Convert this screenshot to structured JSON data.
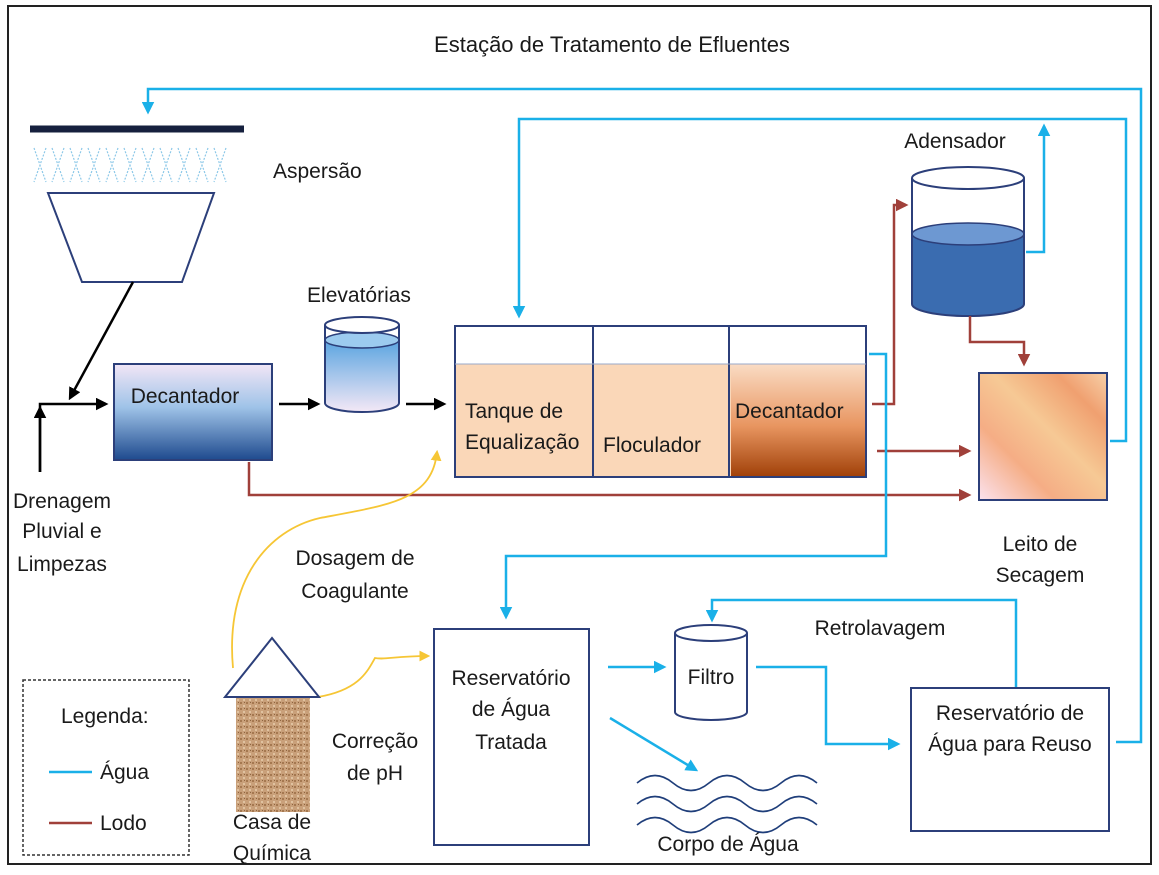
{
  "title": "Estação de Tratamento de Efluentes",
  "labels": {
    "aspersao": "Aspersão",
    "elevatorias": "Elevatórias",
    "adensador": "Adensador",
    "decantador_1": "Decantador",
    "tanque_line1": "Tanque de",
    "tanque_line2": "Equalização",
    "floculador": "Floculador",
    "decantador_2": "Decantador",
    "drenagem_line1": "Drenagem",
    "drenagem_line2": "Pluvial e",
    "drenagem_line3": "Limpezas",
    "leito_line1": "Leito de",
    "leito_line2": "Secagem",
    "dosagem_line1": "Dosagem de",
    "dosagem_line2": "Coagulante",
    "retrolavagem": "Retrolavagem",
    "reservatorio_tratada_line1": "Reservatório",
    "reservatorio_tratada_line2": "de Água",
    "reservatorio_tratada_line3": "Tratada",
    "filtro": "Filtro",
    "reservatorio_reuso_line1": "Reservatório de",
    "reservatorio_reuso_line2": "Água para Reuso",
    "correcao_line1": "Correção",
    "correcao_line2": "de pH",
    "casa_line1": "Casa de",
    "casa_line2": "Química",
    "corpo_agua": "Corpo de Água"
  },
  "legend": {
    "title": "Legenda:",
    "items": [
      {
        "label": "Água",
        "color": "#1ab0e8"
      },
      {
        "label": "Lodo",
        "color": "#a0403a"
      }
    ]
  },
  "colors": {
    "water": "#1ab0e8",
    "sludge": "#a0403a",
    "chemical": "#f6c635",
    "box_stroke": "#2c3f7a"
  }
}
